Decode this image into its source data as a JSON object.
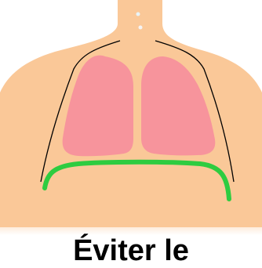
{
  "caption": "Éviter le",
  "colors": {
    "skin": "#FAC898",
    "lung": "#F7949C",
    "diaphragm": "#2ECC40",
    "outline": "#000000",
    "accent_dot": "#E8F4F8"
  },
  "parts": [
    "trunk",
    "left-lung",
    "right-lung",
    "diaphragm"
  ]
}
